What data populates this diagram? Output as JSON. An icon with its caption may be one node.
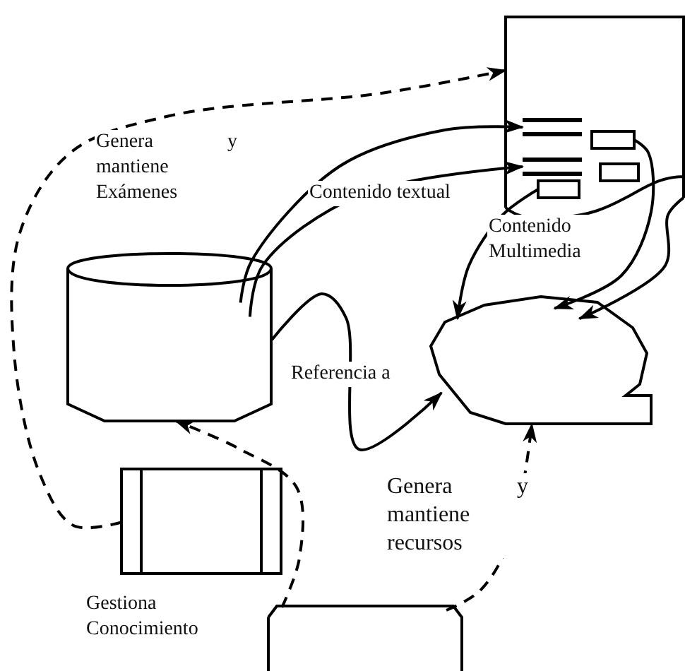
{
  "diagram": {
    "nodes": [
      {
        "text": [],
        "shape": "box"
      },
      {
        "text": [],
        "shape": "bar",
        "in": 0
      },
      {
        "text": [],
        "shape": "bar",
        "in": 0
      },
      {
        "text": [],
        "shape": "box",
        "in": 0
      },
      {
        "text": [],
        "shape": "box",
        "in": 0
      },
      {
        "text": [],
        "shape": "box",
        "in": 0
      },
      {
        "text": [],
        "shape": "cylinder"
      },
      {
        "text": [],
        "shape": "cloud"
      },
      {
        "text": [],
        "shape": "box"
      },
      {
        "text": [],
        "shape": "box"
      }
    ],
    "edges": [
      {
        "from": 8,
        "to": 0,
        "arrow": "to",
        "style": "dashed",
        "label": "Genera y mantiene Exámenes"
      },
      {
        "from": 6,
        "to": 1,
        "arrow": "to",
        "label": "Contenido textual"
      },
      {
        "from": 6,
        "to": 2,
        "arrow": "to"
      },
      {
        "from": 6,
        "to": 7,
        "arrow": "to",
        "label": "Referencia a"
      },
      {
        "from": 5,
        "to": 7,
        "arrow": "to",
        "label": "Contenido Multimedia"
      },
      {
        "from": 3,
        "to": 7,
        "arrow": "to"
      },
      {
        "from": 0,
        "to": 7,
        "arrow": "to"
      },
      {
        "from": 9,
        "to": 6,
        "arrow": "to",
        "style": "dashed",
        "label": "Gestiona Conocimiento"
      },
      {
        "from": 9,
        "to": 7,
        "arrow": "to",
        "style": "dashed",
        "label": "Genera y mantiene recursos"
      }
    ]
  }
}
